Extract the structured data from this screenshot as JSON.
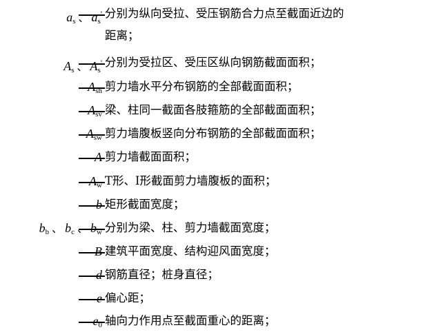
{
  "rows": [
    {
      "symbols": [
        {
          "main": "a",
          "sub": "s",
          "sup": ""
        },
        {
          "main": "a",
          "sub": "s",
          "sup": "'"
        }
      ],
      "desc": "分别为纵向受拉、受压钢筋合力点至截面近边的",
      "desc_cont": "距离；"
    },
    {
      "symbols": [
        {
          "main": "A",
          "sub": "s",
          "sup": ""
        },
        {
          "main": "A",
          "sub": "s",
          "sup": "'"
        }
      ],
      "desc": "分别为受拉区、受压区纵向钢筋截面面积；"
    },
    {
      "symbols": [
        {
          "main": "A",
          "sub": "sh",
          "sup": ""
        }
      ],
      "desc": "剪力墙水平分布钢筋的全部截面面积；"
    },
    {
      "symbols": [
        {
          "main": "A",
          "sub": "sv",
          "sup": ""
        }
      ],
      "desc": "梁、柱同一截面各肢箍筋的全部截面面积；"
    },
    {
      "symbols": [
        {
          "main": "A",
          "sub": "sw",
          "sup": ""
        }
      ],
      "desc": "剪力墙腹板竖向分布钢筋的全部截面面积；"
    },
    {
      "symbols": [
        {
          "main": "A",
          "sub": "",
          "sup": ""
        }
      ],
      "desc": "剪力墙截面面积；"
    },
    {
      "symbols": [
        {
          "main": "A",
          "sub": "w",
          "sup": ""
        }
      ],
      "desc": "T形、I形截面剪力墙腹板的面积；"
    },
    {
      "symbols": [
        {
          "main": "b",
          "sub": "",
          "sup": ""
        }
      ],
      "desc": "矩形截面宽度；"
    },
    {
      "symbols": [
        {
          "main": "b",
          "sub": "b",
          "sup": ""
        },
        {
          "main": "b",
          "sub": "c",
          "sup": ""
        },
        {
          "main": "b",
          "sub": "w",
          "sup": ""
        }
      ],
      "desc": "分别为梁、柱、剪力墙截面宽度；"
    },
    {
      "symbols": [
        {
          "main": "B",
          "sub": "",
          "sup": ""
        }
      ],
      "desc": "建筑平面宽度、结构迎风面宽度；"
    },
    {
      "symbols": [
        {
          "main": "d",
          "sub": "",
          "sup": ""
        }
      ],
      "desc": "钢筋直径；桩身直径；"
    },
    {
      "symbols": [
        {
          "main": "e",
          "sub": "",
          "sup": ""
        }
      ],
      "desc": "偏心距；"
    },
    {
      "symbols": [
        {
          "main": "e",
          "sub": "0",
          "sup": ""
        }
      ],
      "desc": "轴向力作用点至截面重心的距离；"
    }
  ],
  "separator": "、"
}
